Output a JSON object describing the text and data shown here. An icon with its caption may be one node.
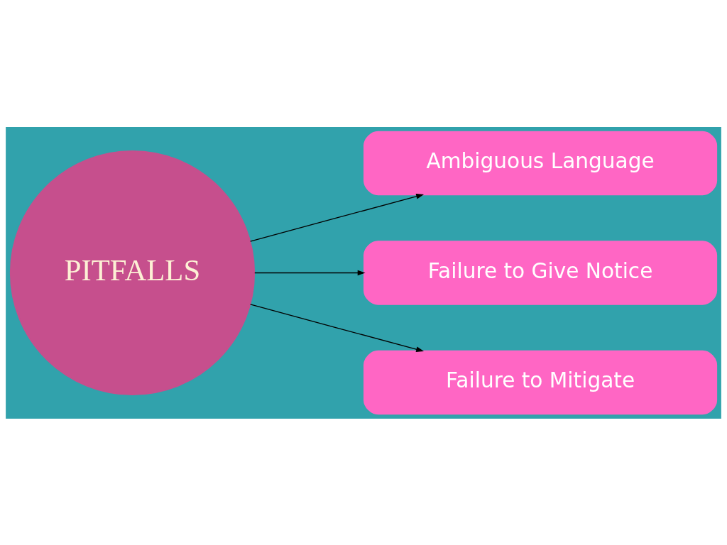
{
  "diagram": {
    "nodes": [
      {
        "text": [
          "PITFALLS"
        ]
      },
      {
        "text": [
          "Ambiguous Language"
        ]
      },
      {
        "text": [
          "Failure to Give Notice"
        ]
      },
      {
        "text": [
          "Failure to Mitigate"
        ]
      }
    ],
    "edges": [
      {
        "from": 0,
        "to": 1,
        "arrow": "to"
      },
      {
        "from": 0,
        "to": 2,
        "arrow": "to"
      },
      {
        "from": 0,
        "to": 3,
        "arrow": "to"
      }
    ]
  }
}
